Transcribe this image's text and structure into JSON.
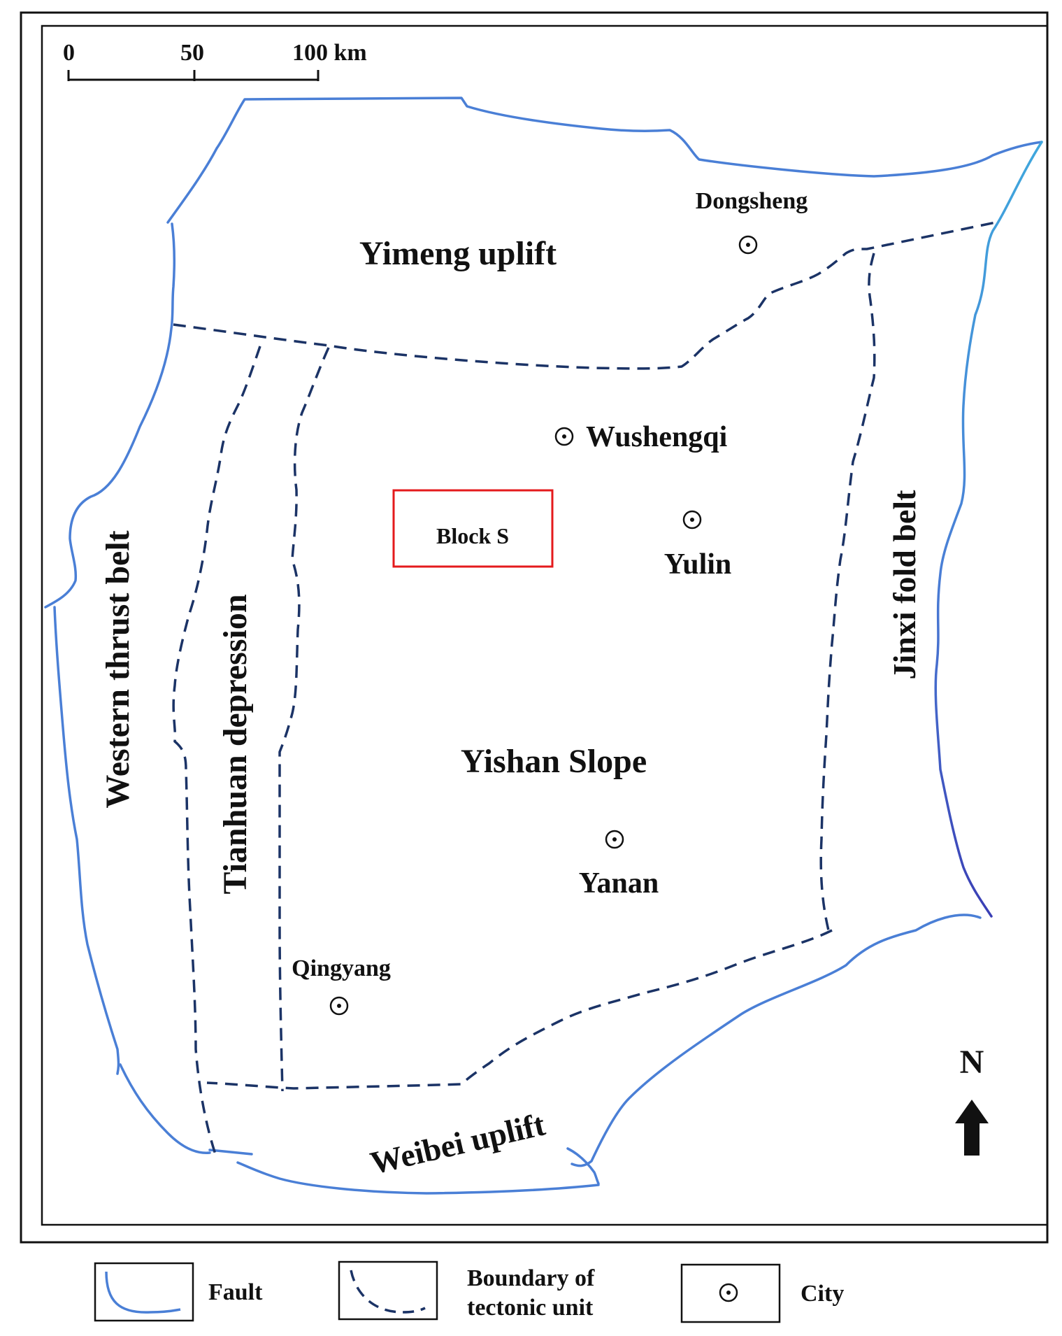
{
  "scale_bar": {
    "ticks": [
      "0",
      "50",
      "100 km"
    ]
  },
  "regions": {
    "yimeng": "Yimeng uplift",
    "western": "Western thrust belt",
    "tianhuan": "Tianhuan depression",
    "yishan": "Yishan Slope",
    "jinxi": "Jinxi fold belt",
    "weibei": "Weibei uplift"
  },
  "block": {
    "label": "Block S"
  },
  "cities": [
    {
      "name": "Dongsheng"
    },
    {
      "name": "Wushengqi"
    },
    {
      "name": "Yulin"
    },
    {
      "name": "Yanan"
    },
    {
      "name": "Qingyang"
    }
  ],
  "north_arrow": {
    "label": "N"
  },
  "legend": {
    "fault": "Fault",
    "boundary_line1": "Boundary of",
    "boundary_line2": "tectonic unit",
    "city": "City"
  },
  "colors": {
    "fault": "#4a7fd6",
    "fault_east_top": "#3fa7dd",
    "fault_east_bottom": "#3a3fb5",
    "boundary": "#1b3366",
    "block": "#e41a1c",
    "text": "#111111"
  }
}
